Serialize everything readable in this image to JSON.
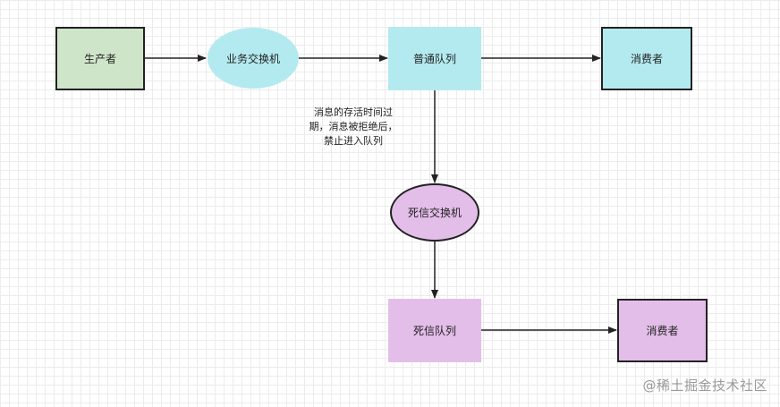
{
  "nodes": {
    "producer": "生产者",
    "business_exchange": "业务交换机",
    "normal_queue": "普通队列",
    "consumer_top": "消费者",
    "dlx_exchange": "死信交换机",
    "dead_letter_queue": "死信队列",
    "consumer_bottom": "消费者"
  },
  "note": {
    "line1": "消息的存活时间过",
    "line2": "期，消息被拒绝后，",
    "line3": "禁止进入队列"
  },
  "watermark": "@稀土掘金技术社区",
  "colors": {
    "producer_fill": "#cfe5c9",
    "exchange_fill": "#b3eaf0",
    "queue_fill": "#b3eaf0",
    "dlx_fill": "#e3bee9",
    "dlq_fill": "#e3bee9",
    "stroke": "#222222"
  }
}
